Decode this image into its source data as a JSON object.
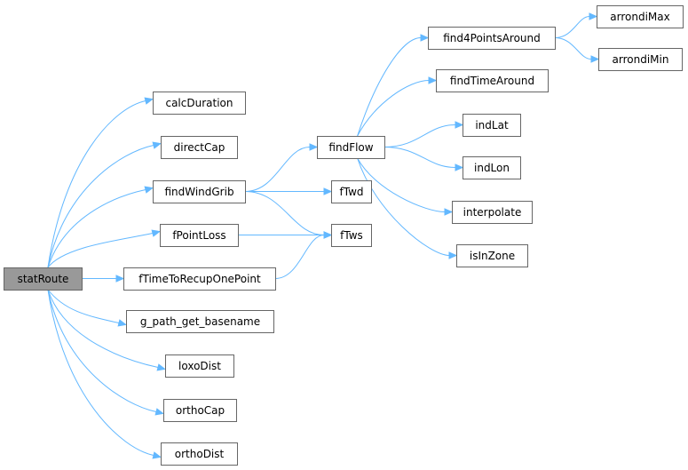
{
  "graph": {
    "root": "statRoute",
    "nodes": {
      "statRoute": "statRoute",
      "calcDuration": "calcDuration",
      "directCap": "directCap",
      "findWindGrib": "findWindGrib",
      "fPointLoss": "fPointLoss",
      "fTimeToRecupOnePoint": "fTimeToRecupOnePoint",
      "g_path_get_basename": "g_path_get_basename",
      "loxoDist": "loxoDist",
      "orthoCap": "orthoCap",
      "orthoDist": "orthoDist",
      "findFlow": "findFlow",
      "fTwd": "fTwd",
      "fTws": "fTws",
      "find4PointsAround": "find4PointsAround",
      "findTimeAround": "findTimeAround",
      "indLat": "indLat",
      "indLon": "indLon",
      "interpolate": "interpolate",
      "isInZone": "isInZone",
      "arrondiMax": "arrondiMax",
      "arrondiMin": "arrondiMin"
    },
    "edges": [
      [
        "statRoute",
        "calcDuration"
      ],
      [
        "statRoute",
        "directCap"
      ],
      [
        "statRoute",
        "findWindGrib"
      ],
      [
        "statRoute",
        "fPointLoss"
      ],
      [
        "statRoute",
        "fTimeToRecupOnePoint"
      ],
      [
        "statRoute",
        "g_path_get_basename"
      ],
      [
        "statRoute",
        "loxoDist"
      ],
      [
        "statRoute",
        "orthoCap"
      ],
      [
        "statRoute",
        "orthoDist"
      ],
      [
        "findWindGrib",
        "findFlow"
      ],
      [
        "findWindGrib",
        "fTwd"
      ],
      [
        "findWindGrib",
        "fTws"
      ],
      [
        "fPointLoss",
        "fTws"
      ],
      [
        "fTimeToRecupOnePoint",
        "fTws"
      ],
      [
        "findFlow",
        "find4PointsAround"
      ],
      [
        "findFlow",
        "findTimeAround"
      ],
      [
        "findFlow",
        "indLat"
      ],
      [
        "findFlow",
        "indLon"
      ],
      [
        "findFlow",
        "interpolate"
      ],
      [
        "findFlow",
        "isInZone"
      ],
      [
        "find4PointsAround",
        "arrondiMax"
      ],
      [
        "find4PointsAround",
        "arrondiMin"
      ]
    ],
    "colors": {
      "edge": "#63b8ff",
      "root_fill": "#999999",
      "node_fill": "#ffffff",
      "node_border": "#666666"
    }
  }
}
